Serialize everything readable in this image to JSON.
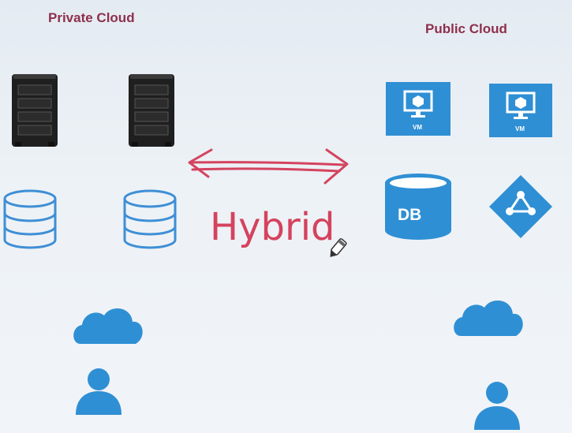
{
  "private_cloud": {
    "title": "Private Cloud"
  },
  "public_cloud": {
    "title": "Public Cloud",
    "vm_label": "VM",
    "db_label": "DB"
  },
  "connection": {
    "label": "Hybrid"
  },
  "colors": {
    "title_color": "#8f2f4c",
    "icon_blue": "#2f8fd4",
    "handwriting": "#d4435e",
    "server_dark": "#222222"
  },
  "icons": {
    "server": "server-rack-icon",
    "database": "database-icon",
    "vm": "virtual-machine-icon",
    "network": "network-diamond-icon",
    "cloud": "cloud-icon",
    "user": "user-icon",
    "arrow": "double-arrow-icon",
    "pen": "stylus-pen-icon"
  }
}
